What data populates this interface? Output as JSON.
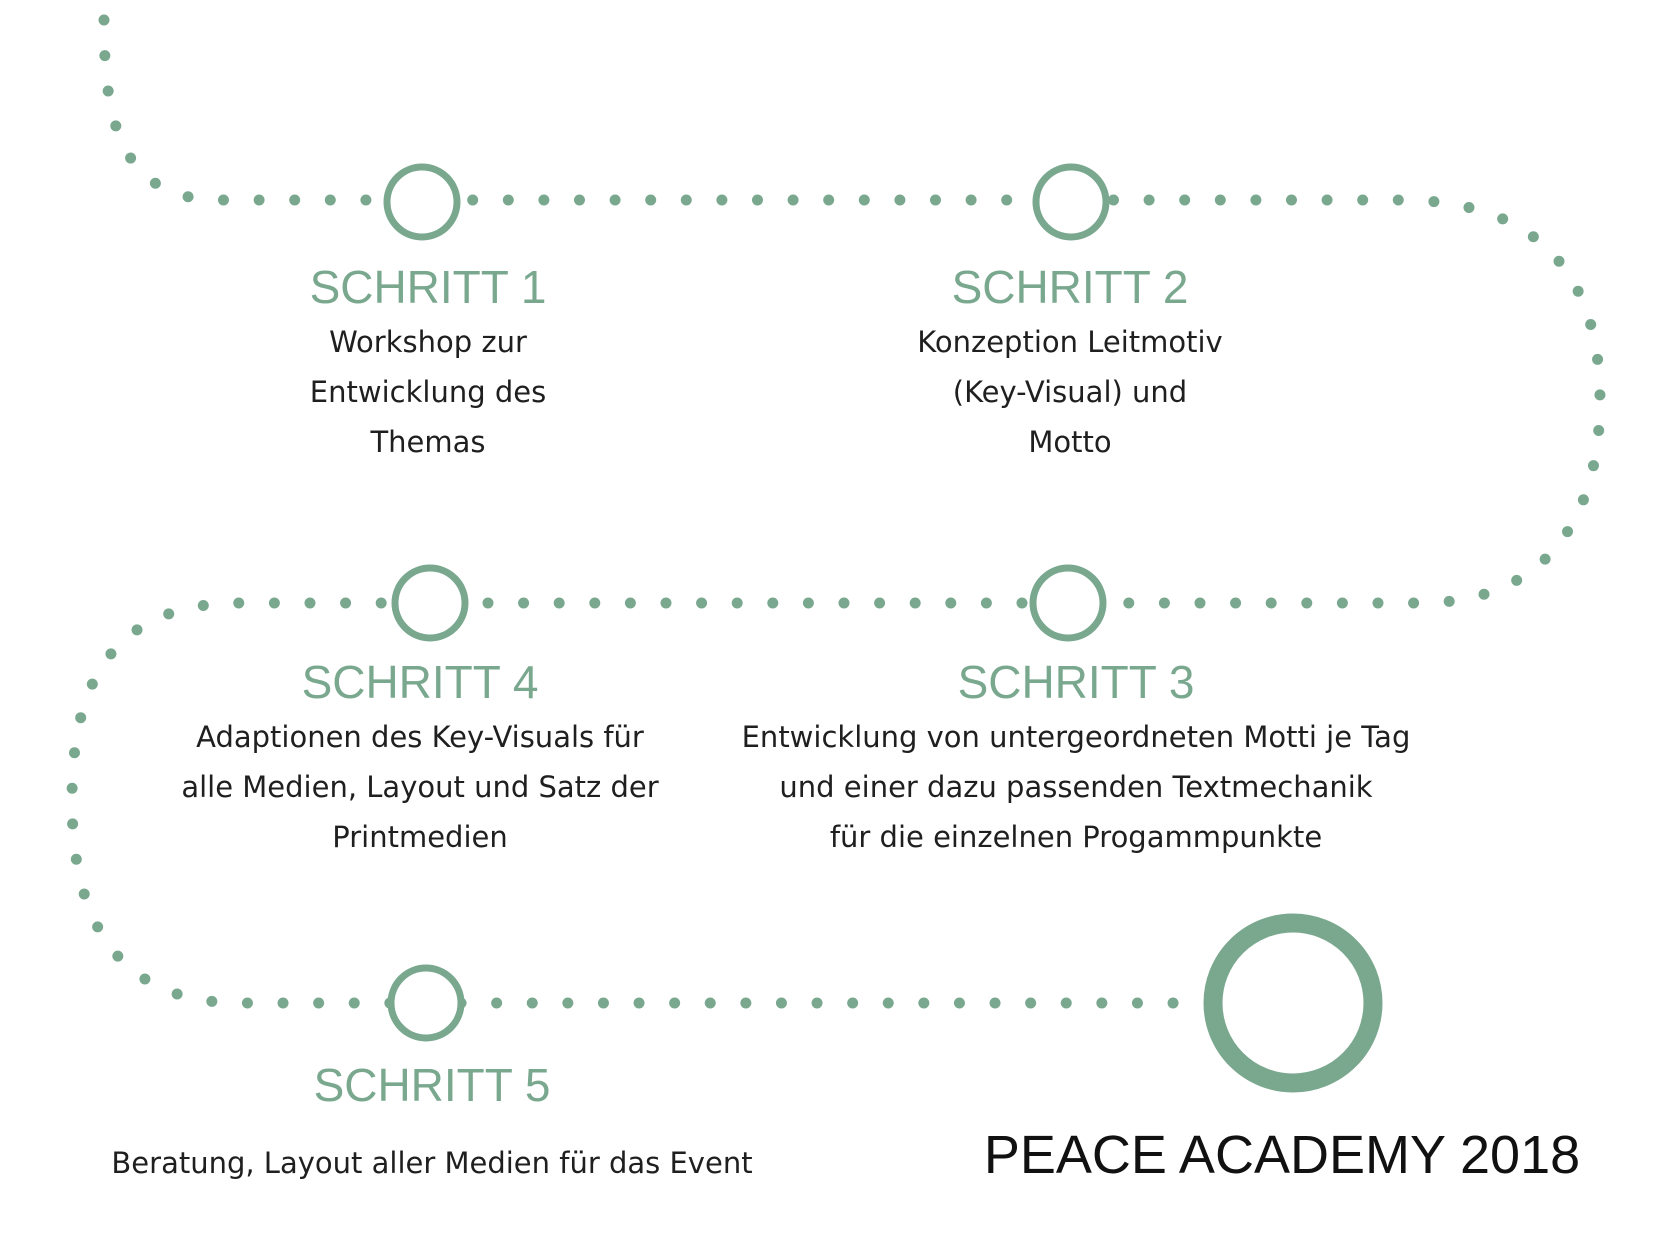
{
  "colors": {
    "accent": "#7aa88f",
    "text": "#1f1f1f",
    "goal_text": "#111111",
    "background": "#ffffff"
  },
  "steps": [
    {
      "title": "SCHRITT 1",
      "lines": [
        "Workshop zur",
        "Entwicklung des",
        "Themas"
      ]
    },
    {
      "title": "SCHRITT 2",
      "lines": [
        "Konzeption Leitmotiv",
        "(Key-Visual) und",
        "Motto"
      ]
    },
    {
      "title": "SCHRITT 3",
      "lines": [
        "Entwicklung von untergeordneten Motti je Tag",
        "und einer dazu passenden Textmechanik",
        "für die einzelnen Progammpunkte"
      ]
    },
    {
      "title": "SCHRITT 4",
      "lines": [
        "Adaptionen des Key-Visuals für",
        "alle Medien, Layout und Satz der",
        "Printmedien"
      ]
    },
    {
      "title": "SCHRITT 5",
      "lines": [
        "Beratung, Layout aller Medien für das Event"
      ]
    }
  ],
  "goal": {
    "title": "PEACE ACADEMY 2018"
  }
}
